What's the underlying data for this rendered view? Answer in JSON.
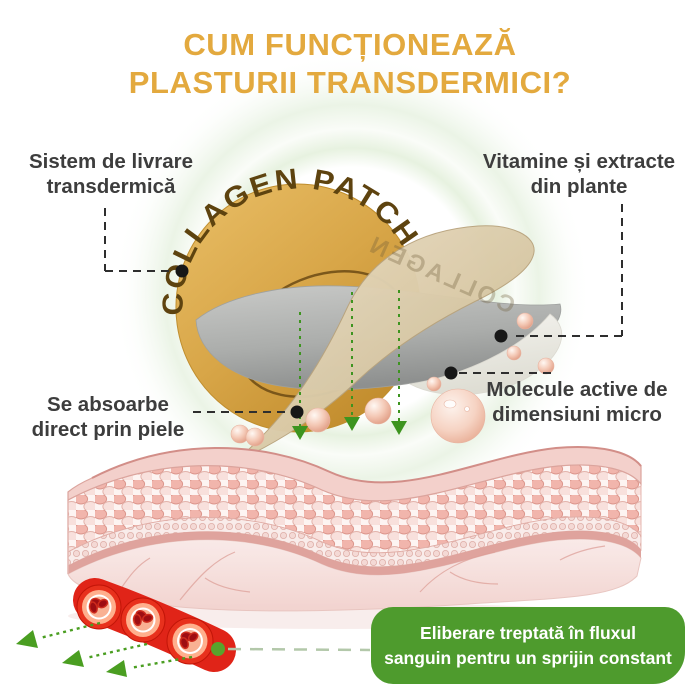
{
  "title": {
    "line1": "CUM FUNCȚIONEAZĂ",
    "line2": "PLASTURII TRANSDERMICI?"
  },
  "callouts": {
    "delivery": {
      "line1": "Sistem de livrare",
      "line2": "transdermică"
    },
    "vitamins": {
      "line1": "Vitamine și extracte",
      "line2": "din plante"
    },
    "absorption": {
      "line1": "Se absoarbe",
      "line2": "direct prin piele"
    },
    "molecules": {
      "line1": "Molecule active de",
      "line2": "dimensiuni micro"
    }
  },
  "patch": {
    "front_label": "COLLAGEN PATCH",
    "back_label": "COLLAGEN"
  },
  "badge": {
    "line1": "Eliberare treptată în fluxul",
    "line2": "sanguin pentru un sprijin constant"
  },
  "colors": {
    "title_gold": "#E3A93E",
    "label_text": "#3D3D3D",
    "badge_green": "#4E9B2D",
    "badge_text": "#FFFFFF",
    "arrow_green": "#3D941F",
    "patch_gold": "#D9A84B",
    "patch_liner_beige": "#D5C5A2",
    "adhesive_grey": "#A8AAA8",
    "blood_red": "#E02418",
    "skin_pink": "#F2CDC8"
  }
}
